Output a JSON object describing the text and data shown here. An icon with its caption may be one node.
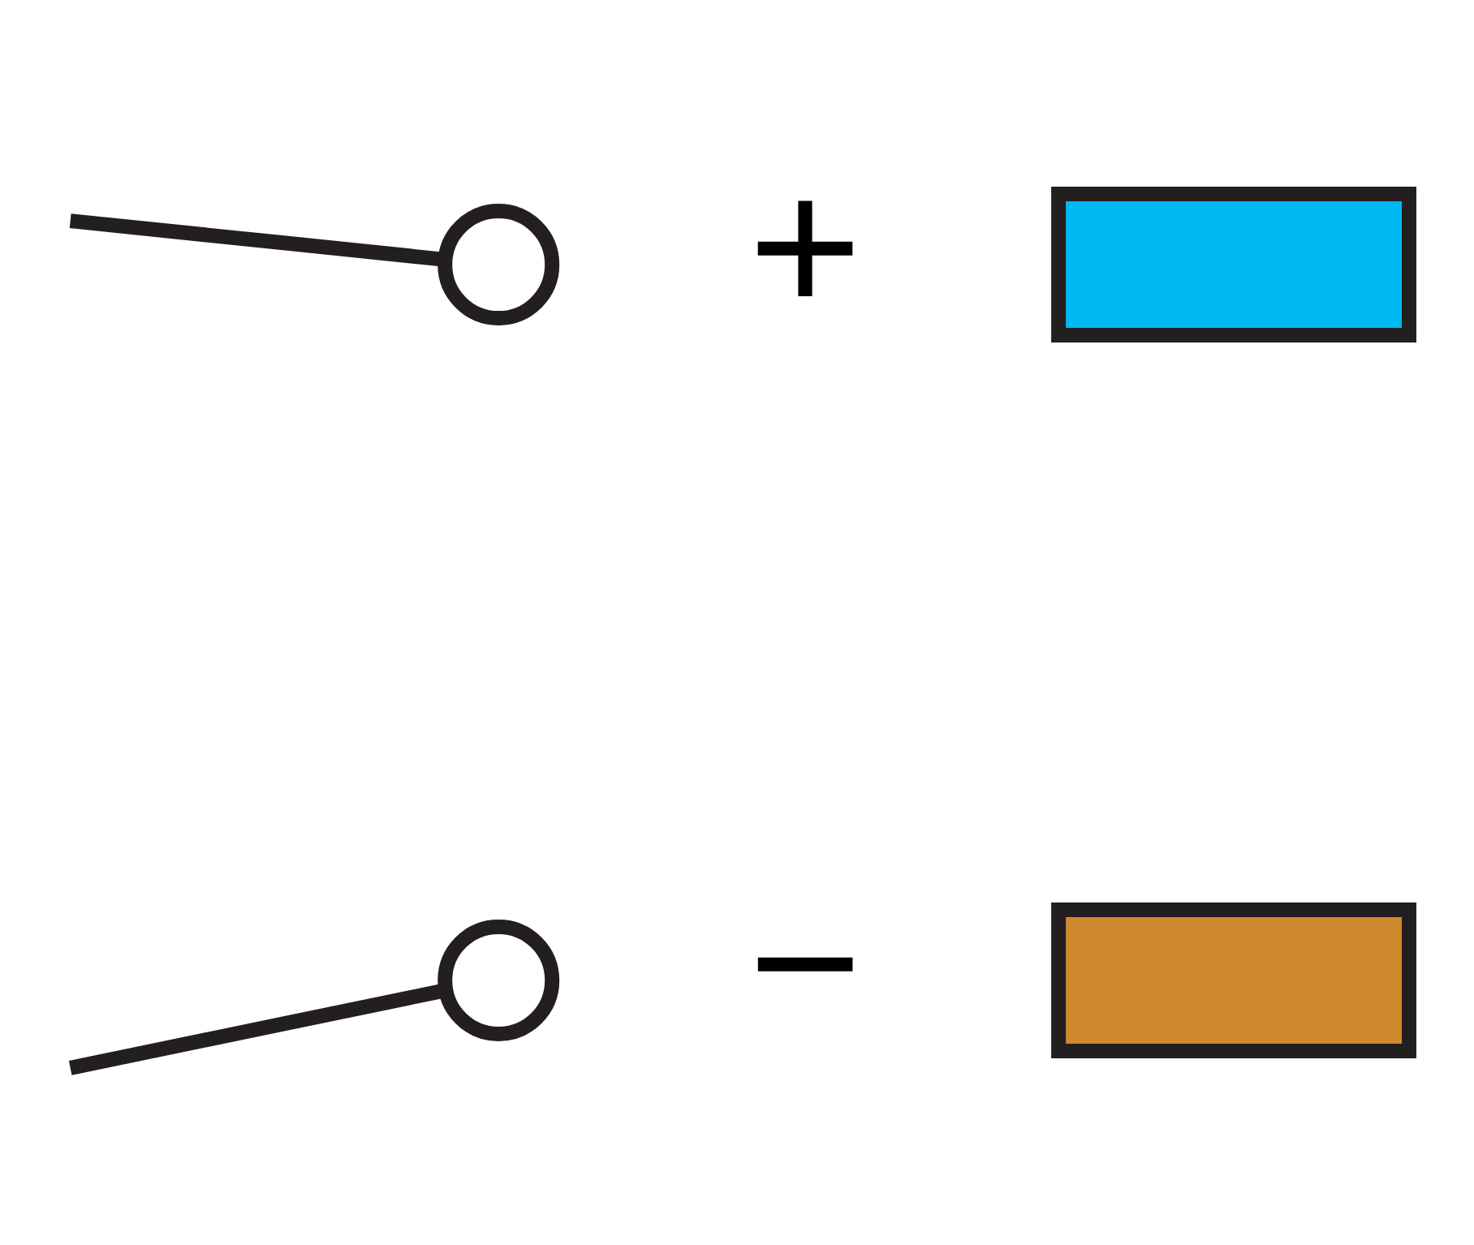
{
  "diagram": {
    "nodes": [
      {
        "text": [],
        "shape": "circle"
      },
      {
        "text": [],
        "shape": "box"
      },
      {
        "text": [],
        "shape": "circle"
      },
      {
        "text": [],
        "shape": "box"
      }
    ],
    "edges": [
      {
        "from": null,
        "to": 0,
        "arrow": "none"
      },
      {
        "from": null,
        "to": 2,
        "arrow": "none"
      }
    ],
    "labels": [
      "+",
      "−"
    ]
  }
}
